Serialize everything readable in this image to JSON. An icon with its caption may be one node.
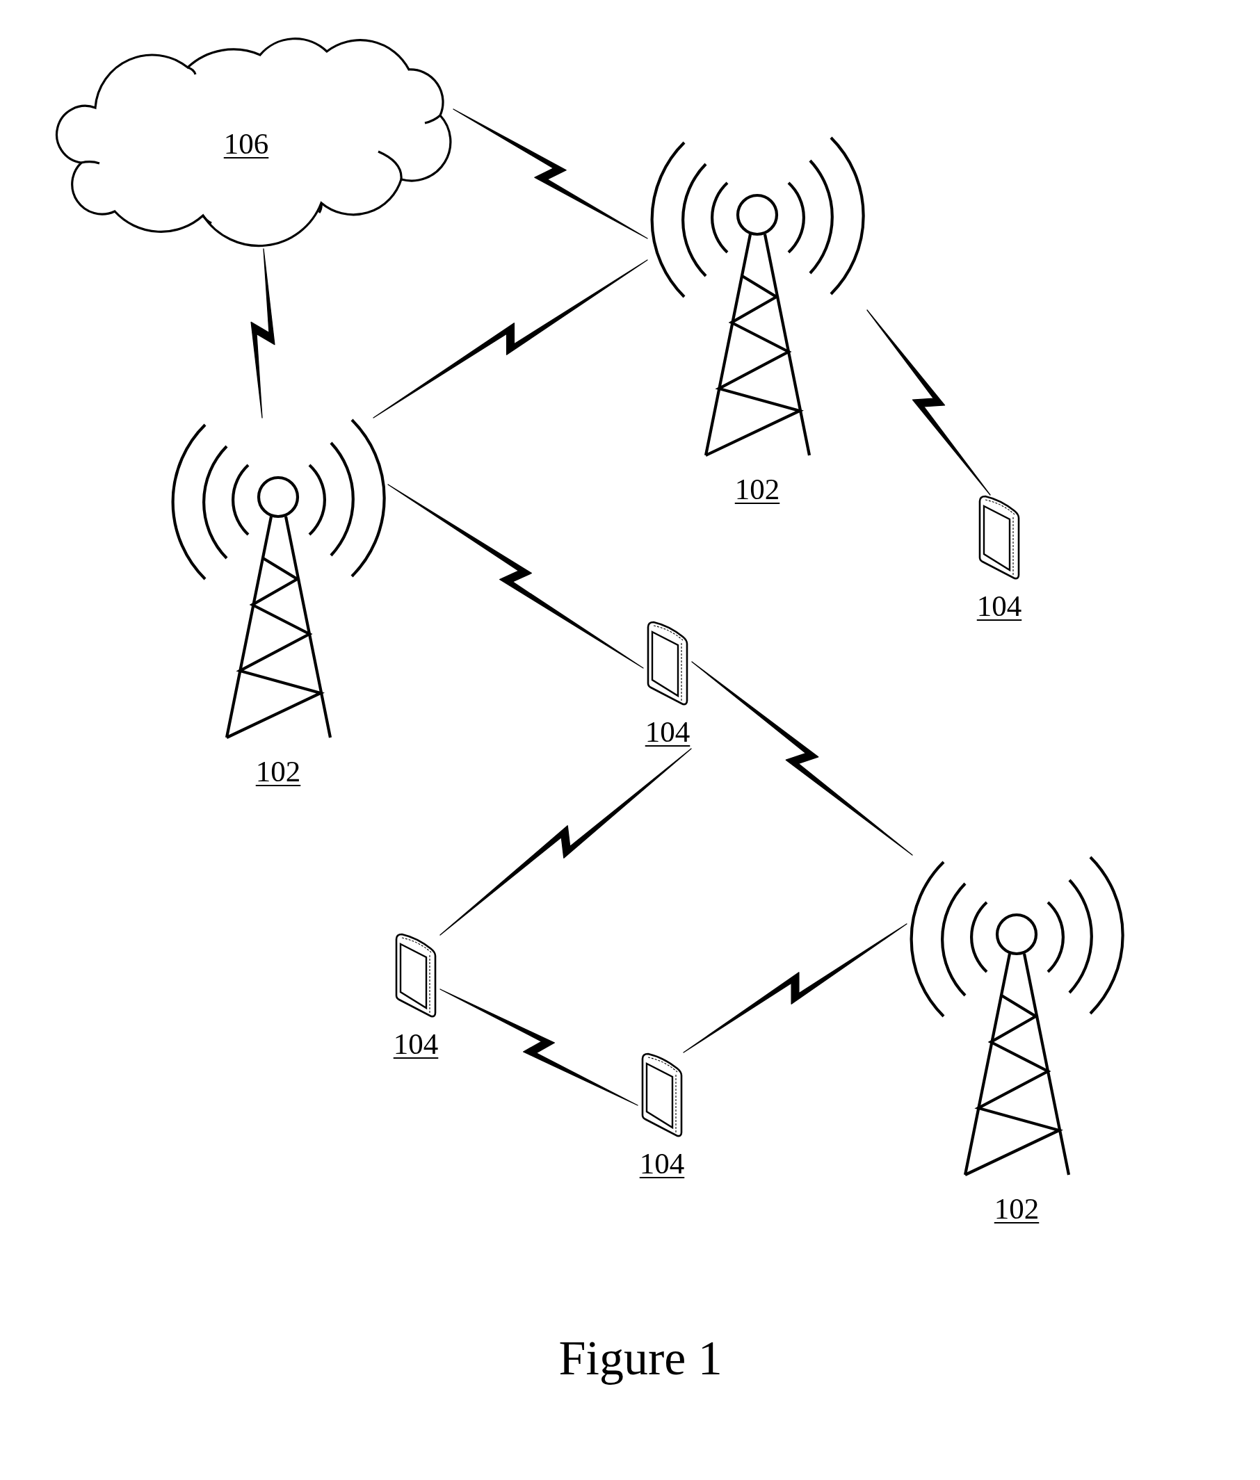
{
  "diagram": {
    "caption": "Figure 1",
    "nodes": [
      {
        "text": [
          "106"
        ]
      },
      {
        "text": [
          "102"
        ]
      },
      {
        "text": [
          "102"
        ]
      },
      {
        "text": [
          "104"
        ]
      },
      {
        "text": [
          "104"
        ]
      },
      {
        "text": [
          "102"
        ]
      },
      {
        "text": [
          "104"
        ]
      },
      {
        "text": [
          "104"
        ]
      }
    ],
    "edges": [
      {
        "from": 0,
        "to": 1,
        "arrow": "none"
      },
      {
        "from": 0,
        "to": 2,
        "arrow": "none"
      },
      {
        "from": 1,
        "to": 2,
        "arrow": "none"
      },
      {
        "from": 1,
        "to": 3,
        "arrow": "none"
      },
      {
        "from": 2,
        "to": 4,
        "arrow": "none"
      },
      {
        "from": 4,
        "to": 5,
        "arrow": "none"
      },
      {
        "from": 4,
        "to": 6,
        "arrow": "none"
      },
      {
        "from": 6,
        "to": 7,
        "arrow": "none"
      },
      {
        "from": 7,
        "to": 5,
        "arrow": "none"
      }
    ]
  }
}
